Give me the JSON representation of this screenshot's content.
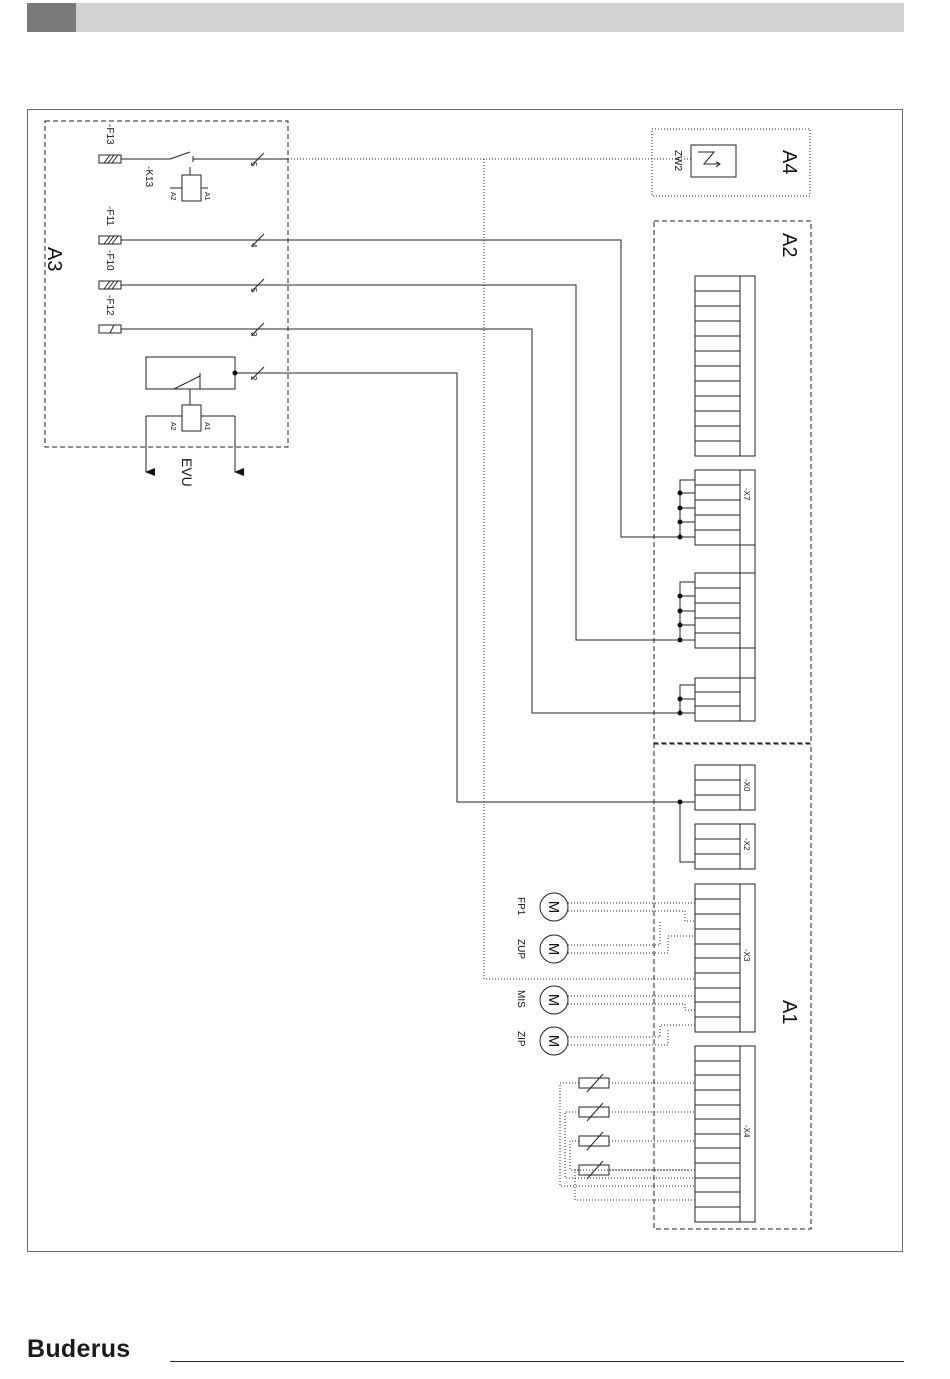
{
  "header": {
    "tab": "",
    "band": ""
  },
  "brand": {
    "logo_text": "Buderus"
  },
  "blocks": {
    "a3": "A3",
    "a4": "A4",
    "a2": "A2",
    "a1": "A1"
  },
  "fuses": {
    "f13": "-F13",
    "f11": "-F11",
    "f10": "-F10",
    "f12": "-F12"
  },
  "relay": {
    "k13": "-K13",
    "a1": "A1",
    "a2": "A2",
    "evu_a1": "A1",
    "evu_a2": "A2",
    "evu": "EVU"
  },
  "wire_counts": {
    "w1": "5",
    "w2": "4",
    "w3": "5",
    "w4": "3",
    "w5": "2"
  },
  "zw2": "ZW2",
  "connectors": {
    "x7": "-X7",
    "x0": "-X0",
    "x2": "-X2",
    "x3": "-X3",
    "x4": "-X4"
  },
  "motors": {
    "symbol": "M",
    "fp1": "FP1",
    "zup": "ZUP",
    "mis": "MIS",
    "zip": "ZIP"
  }
}
